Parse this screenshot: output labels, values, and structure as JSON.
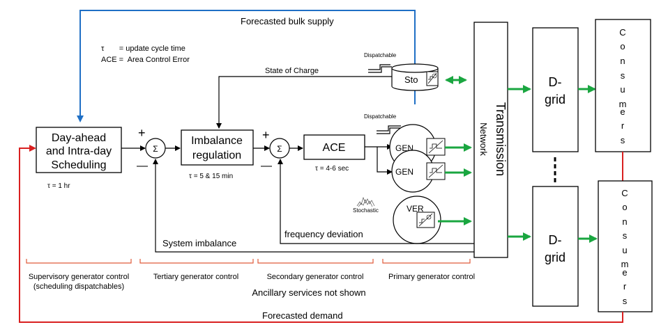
{
  "notes": {
    "tau_def": "τ       = update cycle time",
    "ace_def": "ACE =  Area Control Error"
  },
  "flows": {
    "bulk_supply": "Forecasted bulk supply",
    "state_of_charge": "State of Charge",
    "system_imbalance": "System imbalance",
    "frequency_deviation": "frequency deviation",
    "forecasted_demand": "Forecasted demand"
  },
  "blocks": {
    "scheduling_lines": [
      "Day-ahead",
      "and Intra-day",
      "Scheduling"
    ],
    "scheduling_tau": "τ = 1 hr",
    "imbalance_lines": [
      "Imbalance",
      "regulation"
    ],
    "imbalance_tau": "τ = 5 & 15 min",
    "ace": "ACE",
    "ace_tau": "τ = 4-6 sec",
    "sigma": "Σ",
    "plus": "+",
    "minus": "—",
    "sto": "Sto",
    "gen": "GEN",
    "ver": "VER",
    "dispatchable": "Dispatchable",
    "stochastic": "Stochastic",
    "transmission": "Transmission",
    "network": "Network",
    "dgrid_lines": [
      "D-",
      "grid"
    ],
    "consumers_letters": [
      "C",
      "o",
      "n",
      "s",
      "u",
      "m",
      "e",
      "r",
      "s"
    ]
  },
  "sections": {
    "supervisory_lines": [
      "Supervisory generator control",
      "(scheduling dispatchables)"
    ],
    "tertiary": "Tertiary generator control",
    "secondary": "Secondary generator control",
    "primary": "Primary generator control",
    "ancillary": "Ancillary services not shown"
  },
  "colors": {
    "bulk_supply_line": "#1f6fc5",
    "demand_line": "#d92020",
    "power_flow": "#1aa640",
    "section_bracket": "#e05a3a"
  }
}
